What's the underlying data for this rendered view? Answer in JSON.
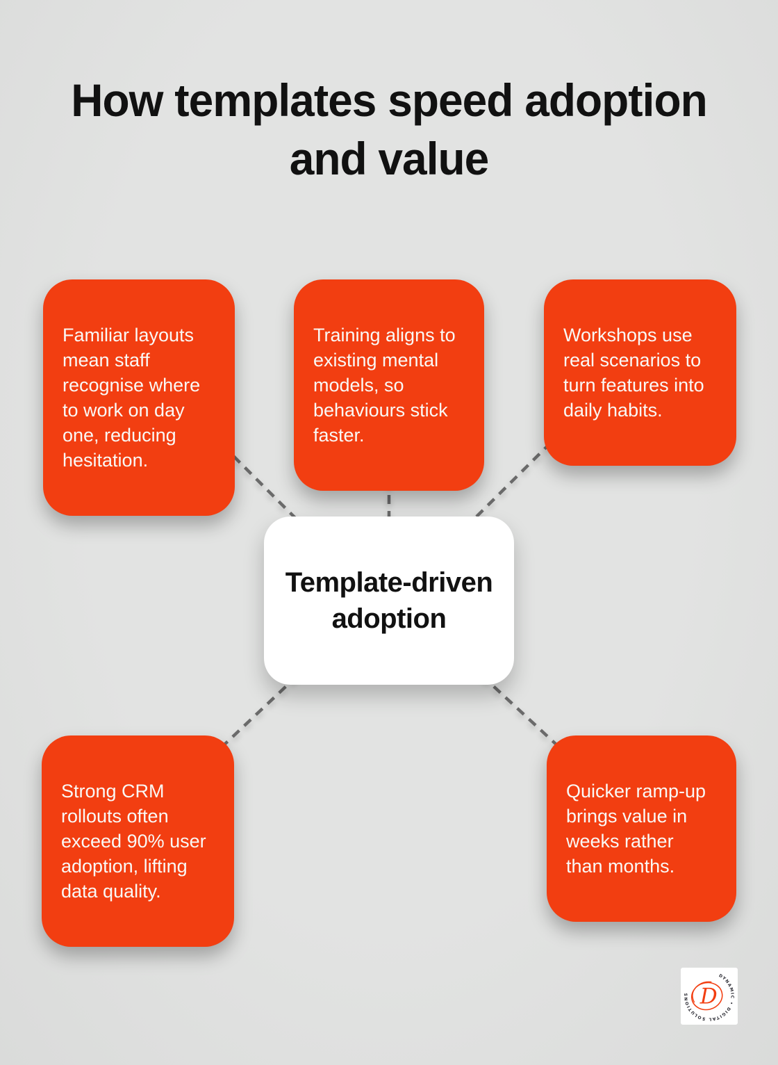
{
  "title": {
    "text": "How templates speed adoption\nand value"
  },
  "center": {
    "label": "Template-driven\nadoption"
  },
  "nodes": [
    {
      "id": "familiar-layouts",
      "text": "Familiar layouts\nmean staff\nrecognise where\nto work on day\none, reducing\nhesitation."
    },
    {
      "id": "training-mental-models",
      "text": "Training aligns to\nexisting mental\nmodels, so\nbehaviours stick\nfaster."
    },
    {
      "id": "workshops-real-scenarios",
      "text": "Workshops use\nreal scenarios to\nturn features into\ndaily habits."
    },
    {
      "id": "crm-user-adoption",
      "text": "Strong CRM\nrollouts often\nexceed 90% user\nadoption, lifting\ndata quality."
    },
    {
      "id": "quicker-ramp-up",
      "text": "Quicker ramp-up\nbrings value in\nweeks rather\nthan months."
    }
  ],
  "logo": {
    "circle_text": "DYNAMIC • DIGITAL SOLUTIONS",
    "monogram": "D"
  },
  "colors": {
    "background": "#E2E3E2",
    "accent": "#F23E11",
    "node_text": "#FAF8F5",
    "title": "#111111",
    "connector": "#6A6A6A",
    "center_bg": "#FFFFFF",
    "center_text": "#111111",
    "logo_text": "#2B2B33"
  }
}
